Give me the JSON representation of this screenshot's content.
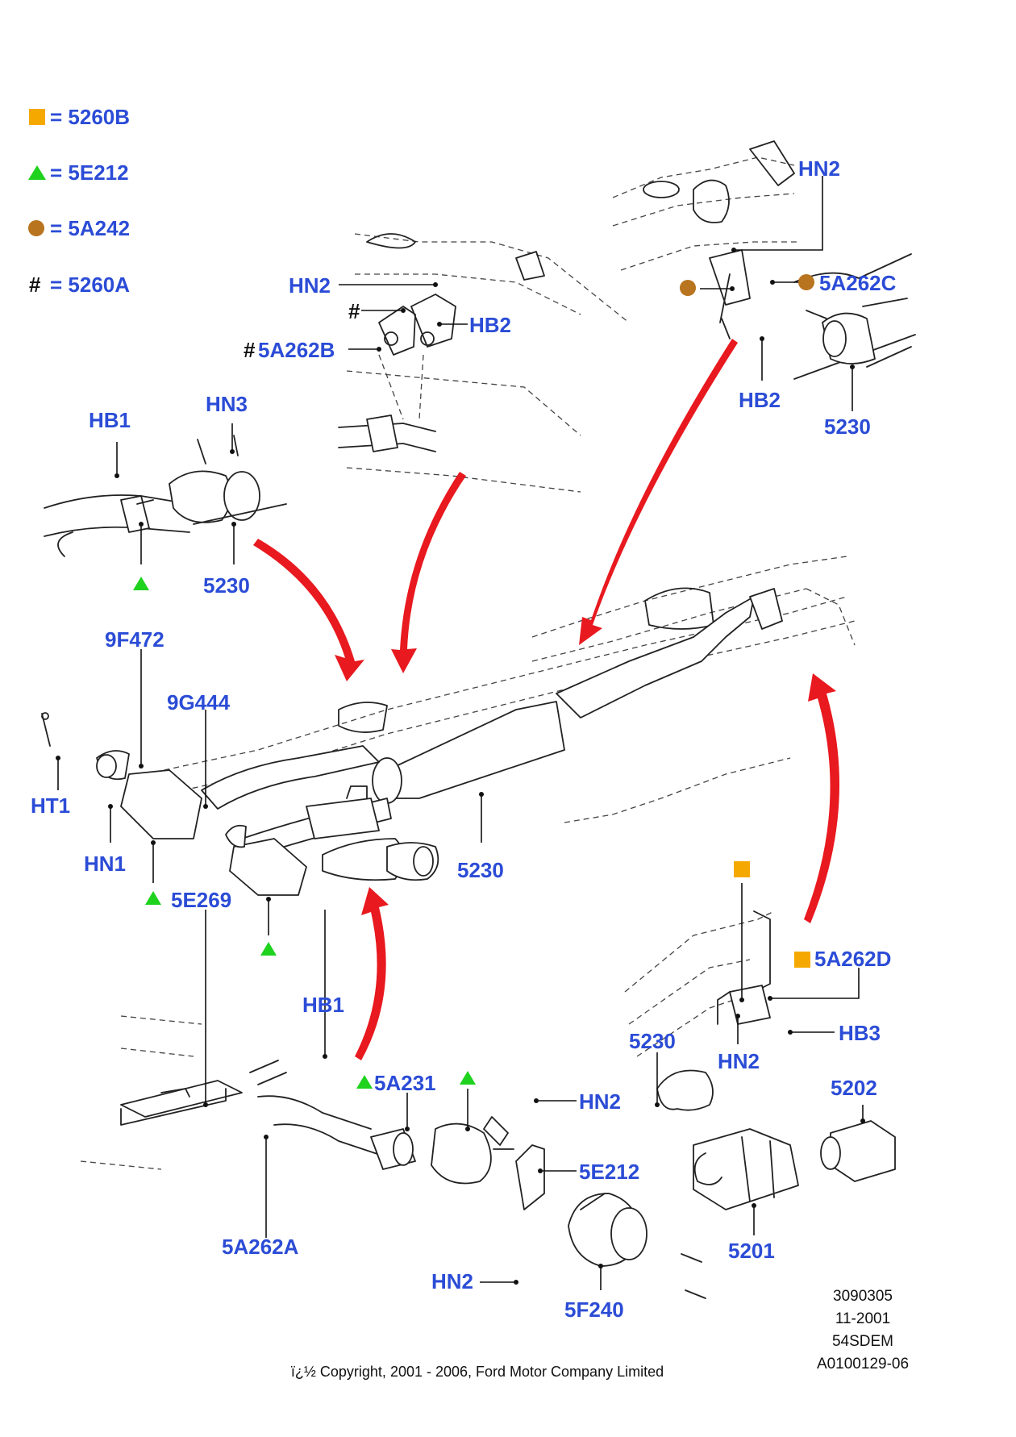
{
  "legend": [
    {
      "symbol": "square",
      "color": "#f5a800",
      "text": "= 5260B"
    },
    {
      "symbol": "triangle",
      "color": "#1ed21e",
      "text": "= 5E212"
    },
    {
      "symbol": "circle",
      "color": "#b8741e",
      "text": "= 5A242"
    },
    {
      "symbol": "hash",
      "glyph": "#",
      "text": "= 5260A"
    }
  ],
  "labels": {
    "top_right_hn2": "HN2",
    "top_right_5a262c": "5A262C",
    "top_right_hb2": "HB2",
    "top_right_5230": "5230",
    "top_mid_hn2": "HN2",
    "top_mid_hash": "#",
    "top_mid_hb2": "HB2",
    "top_mid_5a262b": "5A262B",
    "top_mid_5a262b_hash": "#",
    "left_hb1": "HB1",
    "left_hn3": "HN3",
    "left_5230": "5230",
    "main_9f472": "9F472",
    "main_9g444": "9G444",
    "main_ht1": "HT1",
    "main_hn1": "HN1",
    "main_5230": "5230",
    "bottom_5e269": "5E269",
    "bottom_hb1": "HB1",
    "bottom_5a231": "5A231",
    "bottom_hn2_top": "HN2",
    "bottom_5e212": "5E212",
    "bottom_5a262a": "5A262A",
    "bottom_hn2_bottom": "HN2",
    "bottom_5f240": "5F240",
    "right_5a262d": "5A262D",
    "right_hb3": "HB3",
    "right_hn2": "HN2",
    "right_5230": "5230",
    "right_5202": "5202",
    "right_5201": "5201"
  },
  "reference": [
    "3090305",
    "11-2001",
    "54SDEM",
    "A0100129-06"
  ],
  "copyright": "ï¿½ Copyright, 2001 - 2006, Ford Motor Company Limited",
  "colors": {
    "label": "#2b4cd6",
    "arrow": "#e8191f",
    "square": "#f5a800",
    "triangle": "#1ed21e",
    "circle": "#b8741e"
  }
}
